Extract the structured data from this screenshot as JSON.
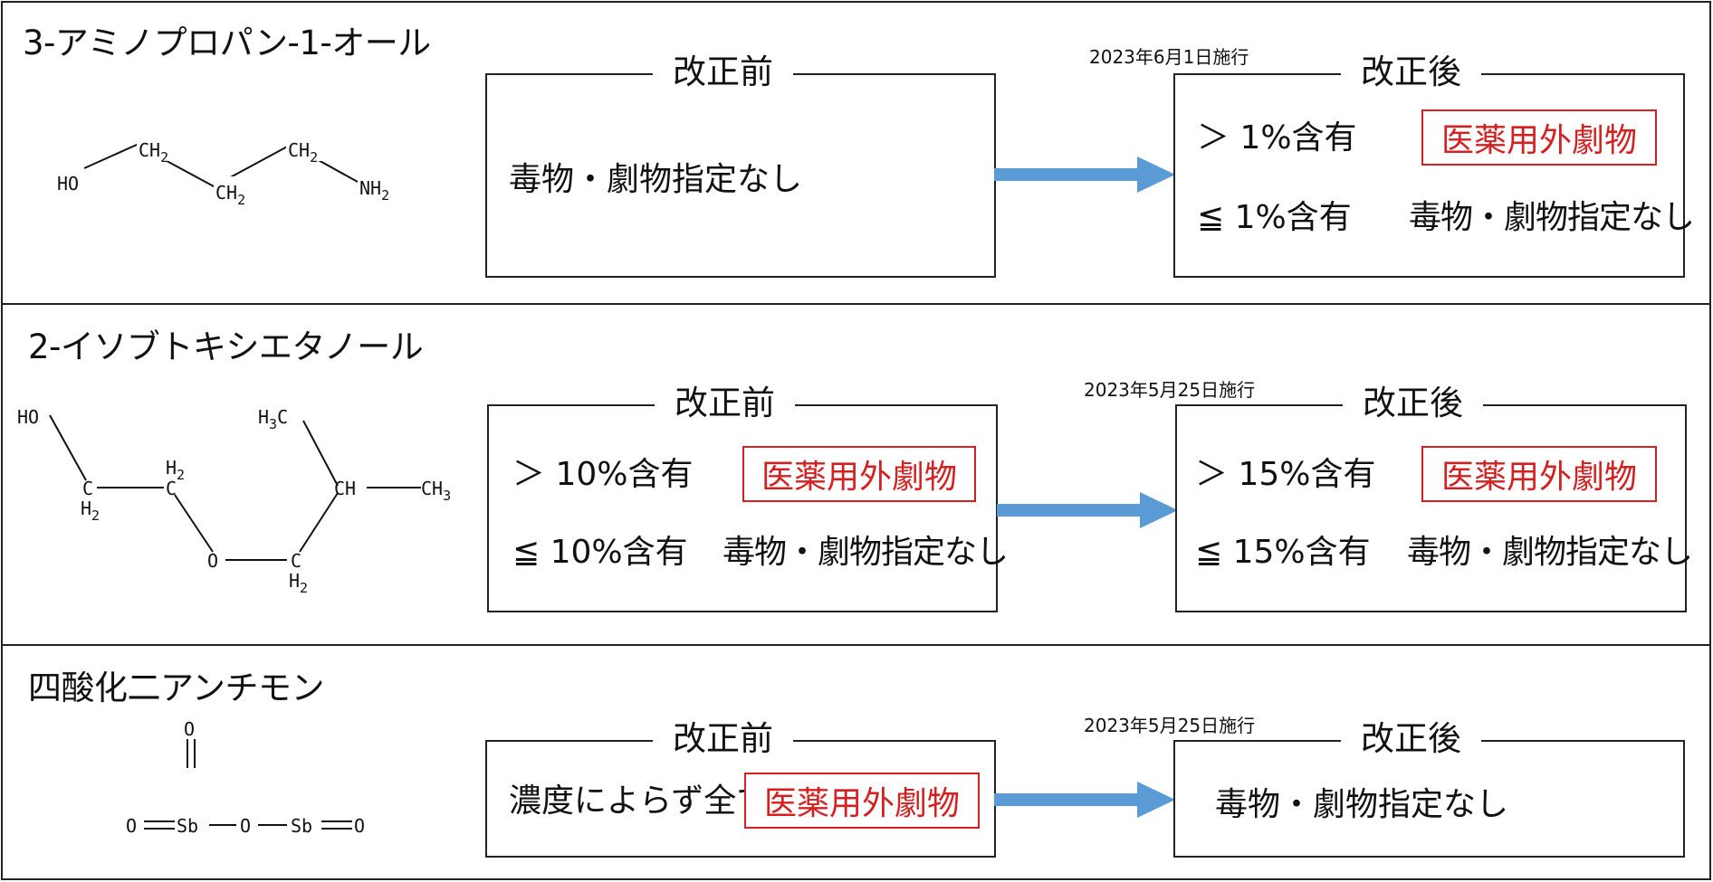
{
  "colors": {
    "accent_red": "#d42020",
    "arrow_blue": "#5b9bd5",
    "border": "#222222"
  },
  "labels": {
    "before": "改正前",
    "after": "改正後"
  },
  "compounds": [
    {
      "name": "3-アミノプロパン-1-オール",
      "date": "2023年6月1日施行",
      "before": {
        "text": "毒物・劇物指定なし"
      },
      "after": {
        "gt": "＞ 1%含有",
        "gt_badge": "医薬用外劇物",
        "le": "≦ 1%含有",
        "le_value": "毒物・劇物指定なし"
      },
      "atoms": {
        "ho": "HO",
        "ch2a": "CH",
        "ch2a_sub": "2",
        "ch2b": "CH",
        "ch2b_sub": "2",
        "ch2c": "CH",
        "ch2c_sub": "2",
        "nh2": "NH",
        "nh2_sub": "2"
      }
    },
    {
      "name": "2-イソブトキシエタノール",
      "date": "2023年5月25日施行",
      "before": {
        "gt": "＞ 10%含有",
        "gt_badge": "医薬用外劇物",
        "le": "≦ 10%含有",
        "le_value": "毒物・劇物指定なし"
      },
      "after": {
        "gt": "＞ 15%含有",
        "gt_badge": "医薬用外劇物",
        "le": "≦ 15%含有",
        "le_value": "毒物・劇物指定なし"
      },
      "atoms": {
        "ho": "HO",
        "h3c": "H",
        "h3c_sub": "3",
        "h3c_c": "C",
        "c1": "C",
        "c1_h": "H",
        "c1_sub": "2",
        "c2": "C",
        "c2_h": "H",
        "c2_sub": "2",
        "ch": "CH",
        "ch3": "CH",
        "ch3_sub": "3",
        "o": "O",
        "c3": "C",
        "c3_h": "H",
        "c3_sub": "2"
      }
    },
    {
      "name": "四酸化二アンチモン",
      "date": "2023年5月25日施行",
      "before": {
        "text": "濃度によらず全て",
        "badge": "医薬用外劇物"
      },
      "after": {
        "text": "毒物・劇物指定なし"
      },
      "atoms": {
        "o_top": "O",
        "o_left": "O",
        "sb1": "Sb",
        "o_mid": "O",
        "sb2": "Sb",
        "o_right": "O"
      }
    }
  ]
}
